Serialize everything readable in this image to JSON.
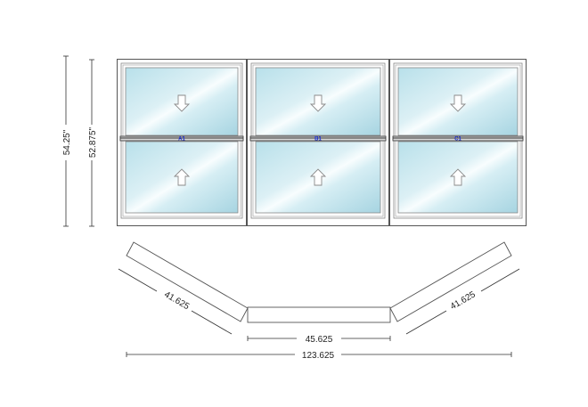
{
  "drawing": {
    "type": "bay window elevation and plan",
    "units": "inches",
    "colors": {
      "frame_stroke": "#555555",
      "dimension_stroke": "#333333",
      "glass_light": "#f4fbfd",
      "glass_dark": "#a8d6e3",
      "label_color": "#1a2fd6"
    },
    "elevation": {
      "overall_height_label": "54.25\"",
      "sash_height_label": "52.875\"",
      "units": [
        {
          "id": "A1",
          "label": "A1",
          "type": "double-hung",
          "top_sash_arrow": "down",
          "bottom_sash_arrow": "up"
        },
        {
          "id": "B1",
          "label": "B1",
          "type": "double-hung",
          "top_sash_arrow": "down",
          "bottom_sash_arrow": "up"
        },
        {
          "id": "C1",
          "label": "C1",
          "type": "double-hung",
          "top_sash_arrow": "down",
          "bottom_sash_arrow": "up"
        }
      ]
    },
    "plan": {
      "left_flanker_label": "41.625",
      "center_label": "45.625",
      "right_flanker_label": "41.625",
      "overall_width_label": "123.625"
    }
  }
}
